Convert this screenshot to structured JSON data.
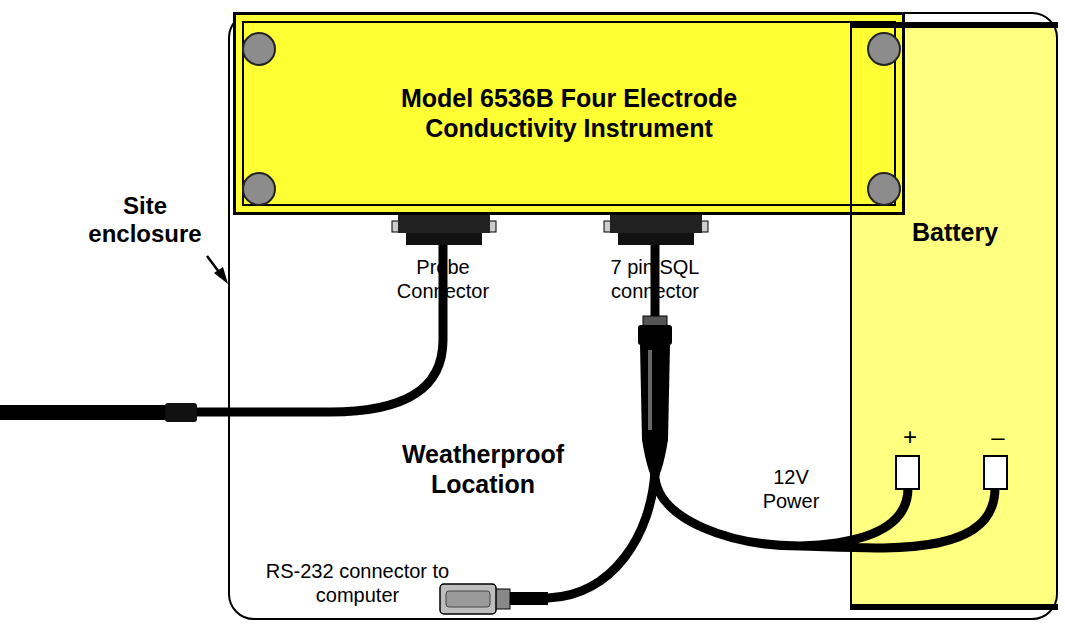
{
  "diagram": {
    "nodes": [
      {
        "text": [
          "Site enclosure",
          "Weatherproof Location"
        ]
      },
      {
        "text": [
          "Model 6536B Four Electrode Conductivity Instrument"
        ],
        "in": 0
      },
      {
        "text": [
          "Battery",
          "+",
          "–"
        ],
        "in": 0
      }
    ],
    "edges": [
      {
        "from": 1,
        "to": 2,
        "arrow": "none",
        "label": "12V Power"
      }
    ],
    "labels": [
      "Probe Connector",
      "7 pin SQL connector",
      "RS-232 connector to computer"
    ]
  }
}
